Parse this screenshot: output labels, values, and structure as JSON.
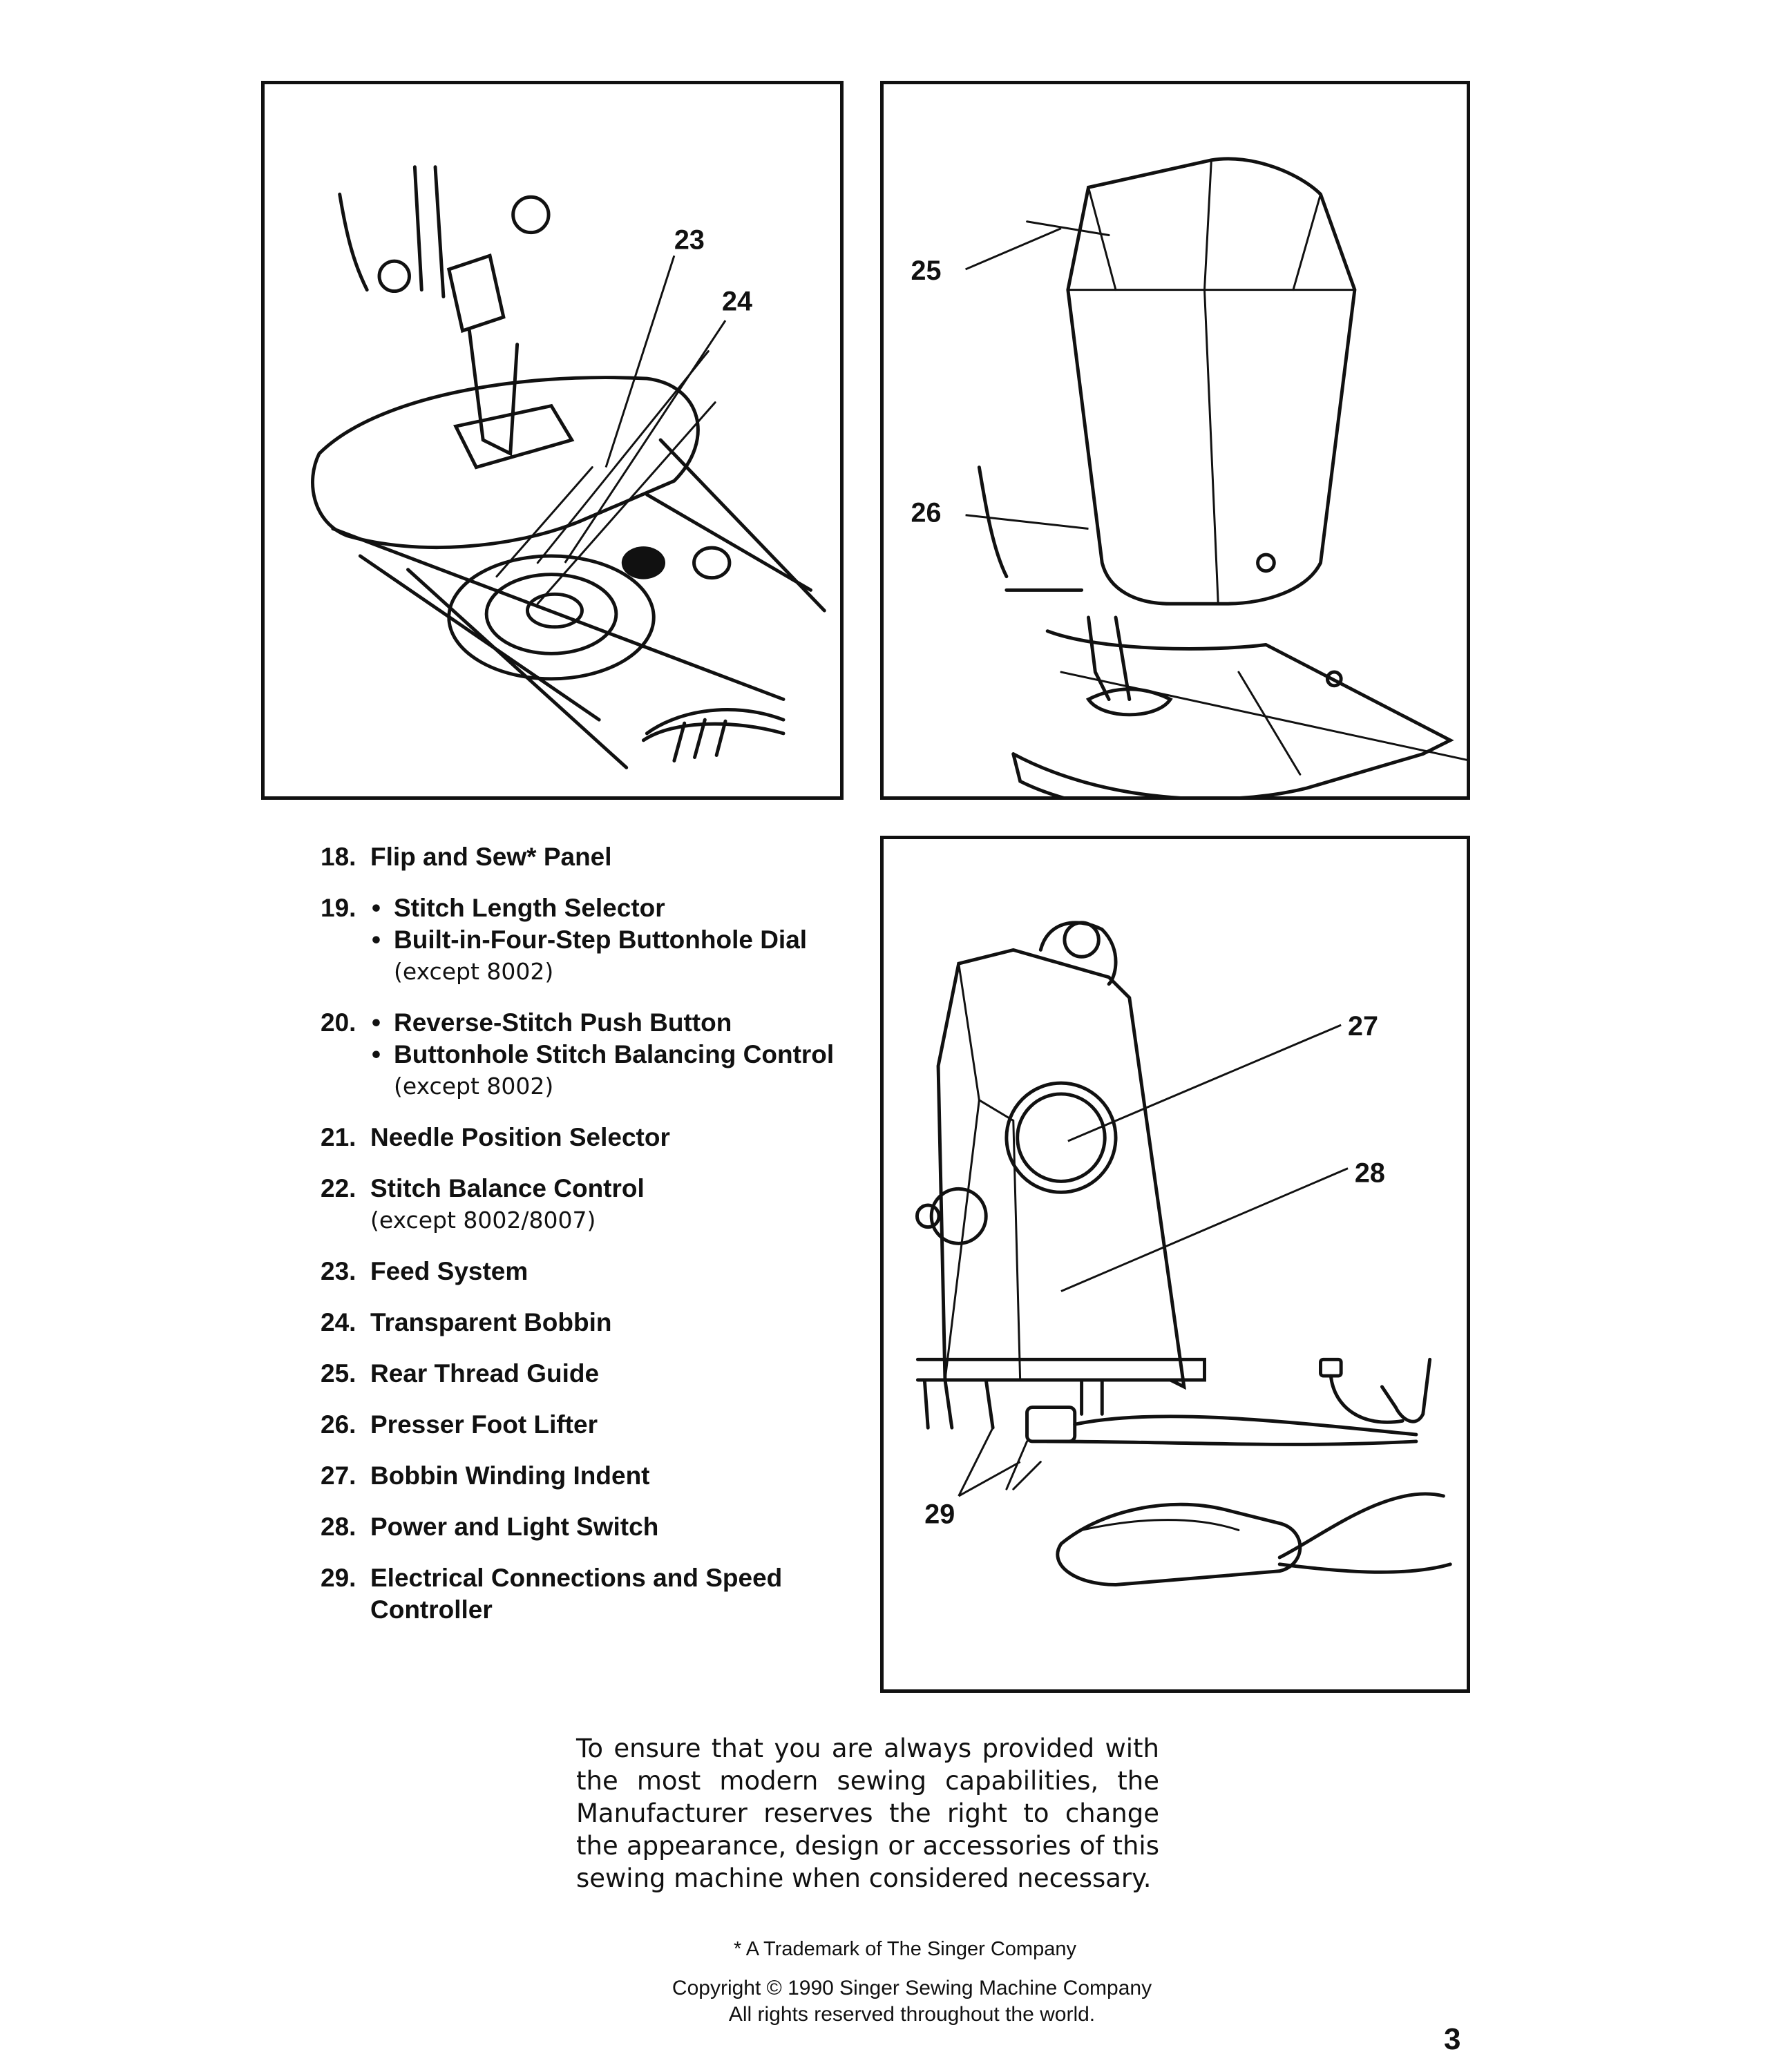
{
  "figures": {
    "top_left_labels": [
      "23",
      "24"
    ],
    "top_right_labels": [
      "25",
      "26"
    ],
    "bottom_right_labels": [
      "27",
      "28",
      "29"
    ]
  },
  "parts": [
    {
      "number": "18.",
      "items": [
        "Flip and Sew* Panel"
      ],
      "bulleted": false,
      "note": ""
    },
    {
      "number": "19.",
      "items": [
        "Stitch Length Selector",
        "Built-in-Four-Step Buttonhole Dial"
      ],
      "bulleted": true,
      "note": "(except 8002)"
    },
    {
      "number": "20.",
      "items": [
        "Reverse-Stitch Push Button",
        "Buttonhole Stitch Balancing Control"
      ],
      "bulleted": true,
      "note": "(except 8002)"
    },
    {
      "number": "21.",
      "items": [
        "Needle Position Selector"
      ],
      "bulleted": false,
      "note": ""
    },
    {
      "number": "22.",
      "items": [
        "Stitch Balance Control"
      ],
      "bulleted": false,
      "note": "(except 8002/8007)"
    },
    {
      "number": "23.",
      "items": [
        "Feed System"
      ],
      "bulleted": false,
      "note": ""
    },
    {
      "number": "24.",
      "items": [
        "Transparent Bobbin"
      ],
      "bulleted": false,
      "note": ""
    },
    {
      "number": "25.",
      "items": [
        "Rear Thread Guide"
      ],
      "bulleted": false,
      "note": ""
    },
    {
      "number": "26.",
      "items": [
        "Presser Foot Lifter"
      ],
      "bulleted": false,
      "note": ""
    },
    {
      "number": "27.",
      "items": [
        "Bobbin Winding Indent"
      ],
      "bulleted": false,
      "note": ""
    },
    {
      "number": "28.",
      "items": [
        "Power and Light Switch"
      ],
      "bulleted": false,
      "note": ""
    },
    {
      "number": "29.",
      "items": [
        "Electrical Connections and Speed Controller"
      ],
      "bulleted": false,
      "note": ""
    }
  ],
  "disclaimer": "To ensure that you are always provided with the most modern sewing capabilities, the Manufacturer reserves the right to change the appearance, design or accessories of this sewing machine when considered necessary.",
  "trademark": "* A Trademark of The Singer Company",
  "copyright_line1": "Copyright © 1990 Singer Sewing Machine Company",
  "copyright_line2": "All rights reserved throughout the world.",
  "page_number": "3"
}
